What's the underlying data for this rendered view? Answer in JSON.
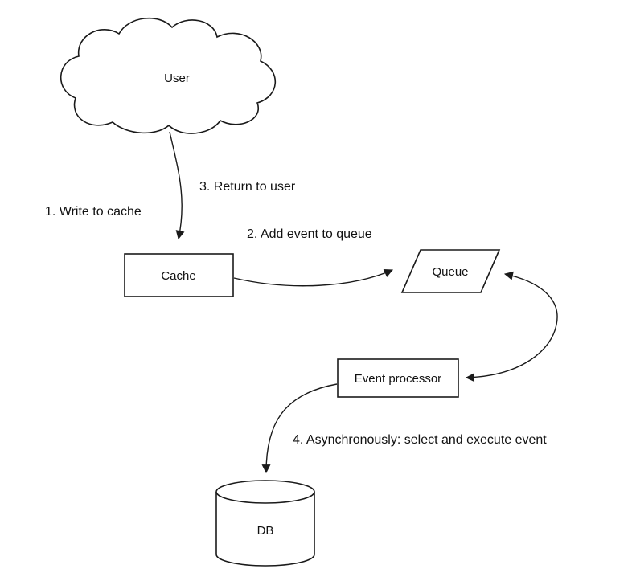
{
  "diagram": {
    "type": "flow-diagram",
    "background": "#ffffff",
    "stroke_color": "#1a1a1a",
    "fill_color": "#ffffff",
    "nodes": {
      "user": {
        "label": "User",
        "shape": "cloud"
      },
      "cache": {
        "label": "Cache",
        "shape": "rectangle"
      },
      "queue": {
        "label": "Queue",
        "shape": "parallelogram"
      },
      "event_processor": {
        "label": "Event processor",
        "shape": "rectangle"
      },
      "db": {
        "label": "DB",
        "shape": "cylinder"
      }
    },
    "edges": [
      {
        "id": "user-to-cache",
        "labels": [
          "1. Write to cache",
          "3. Return to user"
        ]
      },
      {
        "id": "cache-to-queue",
        "labels": [
          "2. Add event to queue"
        ]
      },
      {
        "id": "queue-to-event-processor",
        "labels": []
      },
      {
        "id": "event-processor-to-db",
        "labels": [
          "4. Asynchronously: select and execute event"
        ]
      }
    ]
  }
}
